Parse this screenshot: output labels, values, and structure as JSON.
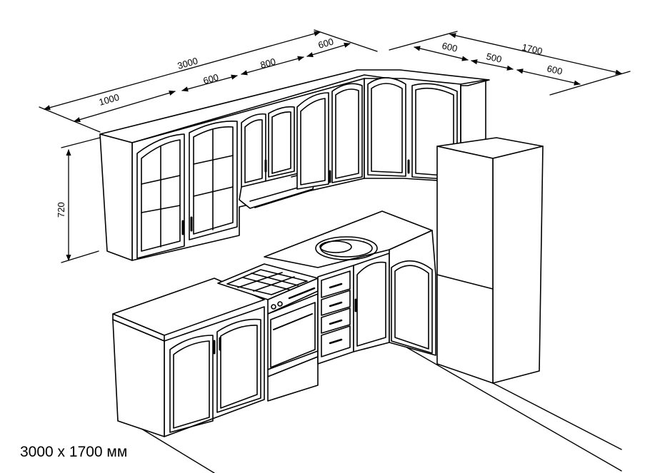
{
  "dimensions": {
    "upper_total": "3000",
    "upper_left": "1000",
    "upper_glass_gap": "600",
    "upper_hood": "800",
    "upper_corner": "600",
    "right_total": "1700",
    "right_first": "600",
    "right_middle": "500",
    "right_last": "600",
    "height": "720"
  },
  "caption": "3000 x 1700 мм",
  "colors": {
    "line": "#000000",
    "background": "#ffffff"
  }
}
